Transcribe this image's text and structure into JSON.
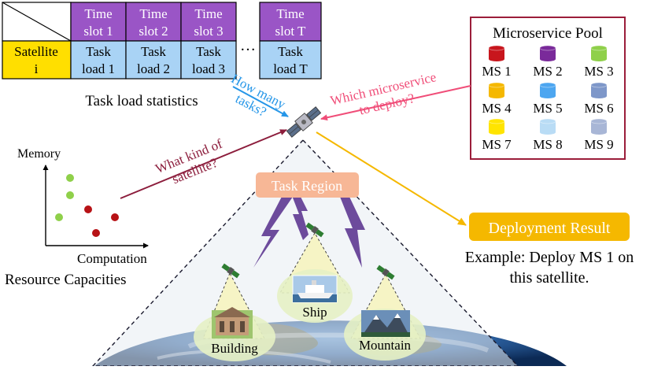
{
  "table": {
    "header": [
      {
        "line1": "Time",
        "line2": "slot 1"
      },
      {
        "line1": "Time",
        "line2": "slot 2"
      },
      {
        "line1": "Time",
        "line2": "slot 3"
      },
      {
        "line1": "Time",
        "line2": "slot T"
      }
    ],
    "row_label": {
      "line1": "Satellite",
      "line2": "i"
    },
    "cells": [
      {
        "line1": "Task",
        "line2": "load 1"
      },
      {
        "line1": "Task",
        "line2": "load 2"
      },
      {
        "line1": "Task",
        "line2": "load 3"
      },
      {
        "line1": "Task",
        "line2": "load T"
      }
    ],
    "ellipsis": "…",
    "caption": "Task load statistics"
  },
  "pool": {
    "title": "Microservice Pool",
    "items": [
      {
        "label": "MS 1",
        "color": "#c8161d"
      },
      {
        "label": "MS 2",
        "color": "#7a2a9a"
      },
      {
        "label": "MS 3",
        "color": "#8fd04a"
      },
      {
        "label": "MS 4",
        "color": "#f5b800"
      },
      {
        "label": "MS 5",
        "color": "#4da6f0"
      },
      {
        "label": "MS 6",
        "color": "#7e97c9"
      },
      {
        "label": "MS 7",
        "color": "#ffe400"
      },
      {
        "label": "MS 8",
        "color": "#b9dcf5"
      },
      {
        "label": "MS 9",
        "color": "#a8b6d6"
      }
    ]
  },
  "questions": {
    "how_many": {
      "line1": "How many",
      "line2": "tasks?"
    },
    "which_ms": {
      "line1": "Which microservice",
      "line2": "to deploy?"
    },
    "what_kind": {
      "line1": "What kind of",
      "line2": "satellite?"
    }
  },
  "scatter": {
    "y_label": "Memory",
    "x_label": "Computation",
    "caption": "Resource Capacities"
  },
  "task_region_label": "Task Region",
  "deployment": {
    "label": "Deployment Result",
    "example_line1": "Example: Deploy MS 1 on",
    "example_line2": "this satellite."
  },
  "regions": {
    "ship": "Ship",
    "building": "Building",
    "mountain": "Mountain"
  },
  "colors": {
    "table_header": "#9a55c6",
    "table_row_label": "#ffdf00",
    "table_cells": "#a9d3f5",
    "pool_border": "#9b1d3a",
    "arrow_blue": "#2596e8",
    "arrow_pink": "#f04d78",
    "arrow_maroon": "#8c1d3c",
    "arrow_gold": "#f5b800",
    "task_region": "#f7b796",
    "deployment": "#f5b800",
    "lightning": "#6d4b9c",
    "scatter_green": "#8fd04a",
    "scatter_red": "#b71216",
    "region_ellipse": "#e6f1c4"
  }
}
